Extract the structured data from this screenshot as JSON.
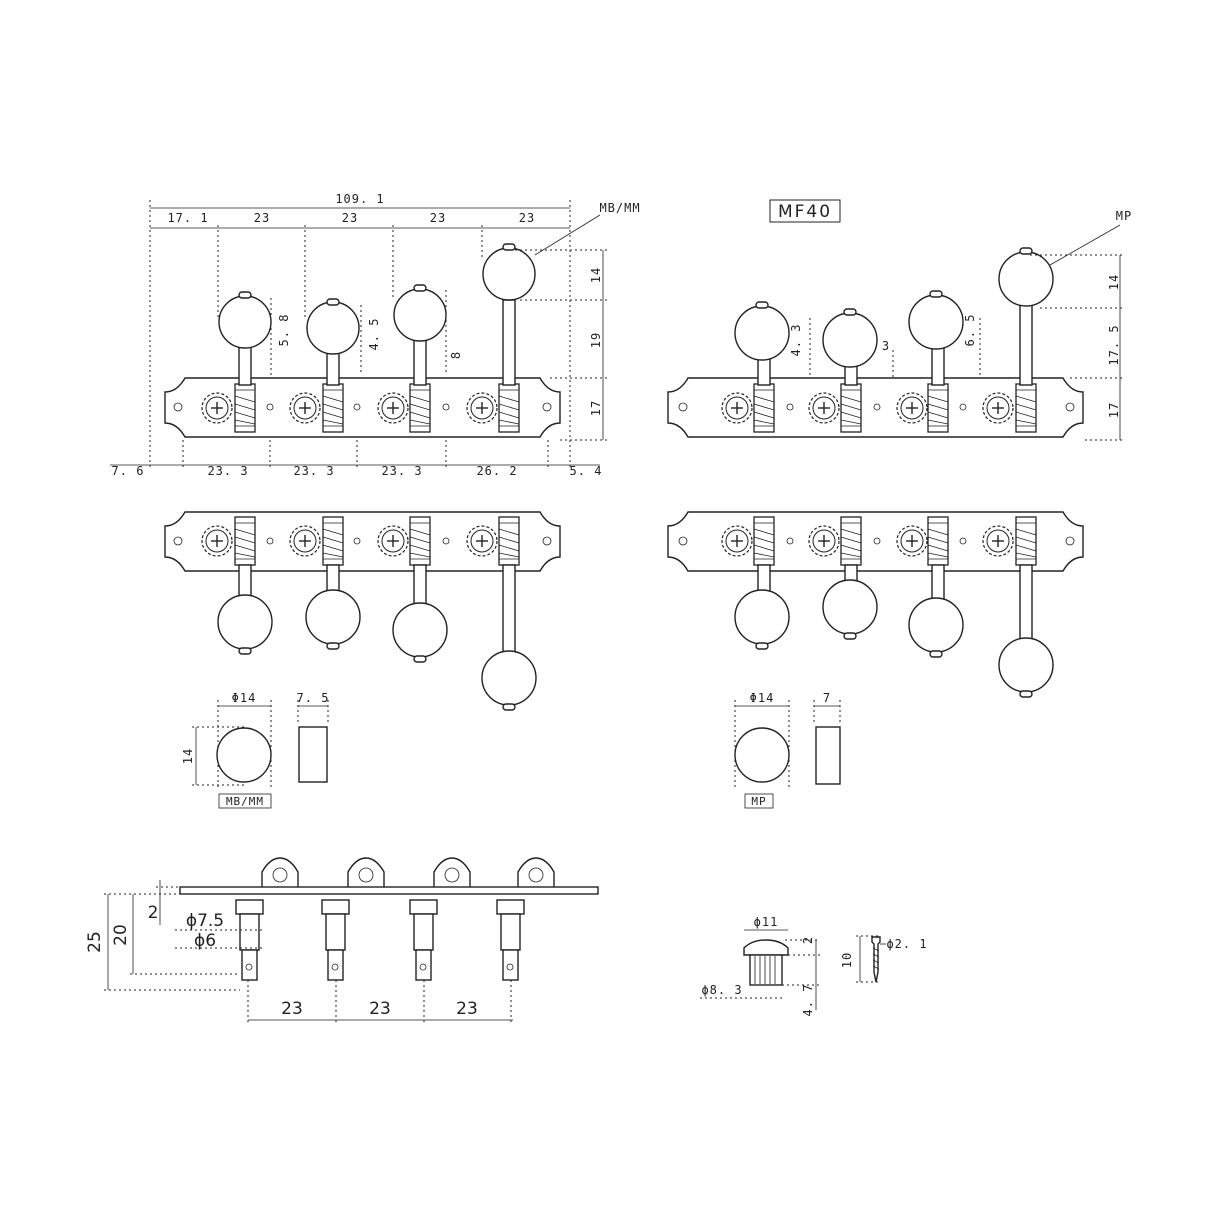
{
  "model_label": "MF40",
  "top_left": {
    "overall_width": "109. 1",
    "spacing_top": [
      "17. 1",
      "23",
      "23",
      "23",
      "23"
    ],
    "spacing_bottom": [
      "7. 6",
      "23. 3",
      "23. 3",
      "23. 3",
      "26. 2",
      "5. 4"
    ],
    "post_heights": [
      "5. 8",
      "4. 5",
      "8"
    ],
    "right_heights": [
      "14",
      "19",
      "17"
    ],
    "knob_callout": "MB/MM"
  },
  "top_right": {
    "post_heights": [
      "4. 3",
      "3",
      "6. 5"
    ],
    "right_heights": [
      "14",
      "17. 5",
      "17"
    ],
    "knob_callout": "MP"
  },
  "knob_mbmm": {
    "diameter": "Φ14",
    "width": "7. 5",
    "height": "14",
    "label": "MB/MM"
  },
  "knob_mp": {
    "diameter": "Φ14",
    "width": "7",
    "label": "MP"
  },
  "side_view": {
    "height_total": "25",
    "height_post": "20",
    "plate": "2",
    "bushing_outer": "ϕ7.5",
    "bushing_inner": "ϕ6",
    "spacing": [
      "23",
      "23",
      "23"
    ]
  },
  "bushing": {
    "top": "ϕ11",
    "bottom": "ϕ8. 3",
    "cap": "2",
    "height": "4. 7"
  },
  "screw": {
    "length": "10",
    "diameter": "ϕ2. 1"
  }
}
